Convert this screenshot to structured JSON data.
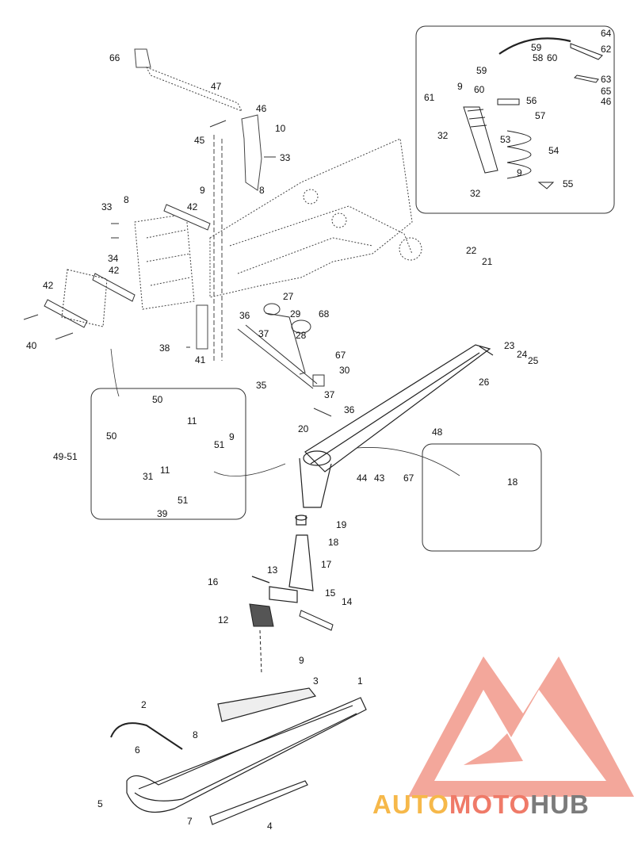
{
  "diagram": {
    "callouts": [
      {
        "id": "c66",
        "text": "66"
      },
      {
        "id": "c47",
        "text": "47"
      },
      {
        "id": "c46a",
        "text": "46"
      },
      {
        "id": "c10",
        "text": "10"
      },
      {
        "id": "c45",
        "text": "45"
      },
      {
        "id": "c33a",
        "text": "33"
      },
      {
        "id": "c8a",
        "text": "8"
      },
      {
        "id": "c9a",
        "text": "9"
      },
      {
        "id": "c8b",
        "text": "8"
      },
      {
        "id": "c42a",
        "text": "42"
      },
      {
        "id": "c33b",
        "text": "33"
      },
      {
        "id": "c34",
        "text": "34"
      },
      {
        "id": "c42b",
        "text": "42"
      },
      {
        "id": "c42c",
        "text": "42"
      },
      {
        "id": "c40",
        "text": "40"
      },
      {
        "id": "c27",
        "text": "27"
      },
      {
        "id": "c29",
        "text": "29"
      },
      {
        "id": "c68",
        "text": "68"
      },
      {
        "id": "c36a",
        "text": "36"
      },
      {
        "id": "c28",
        "text": "28"
      },
      {
        "id": "c37a",
        "text": "37"
      },
      {
        "id": "c38",
        "text": "38"
      },
      {
        "id": "c41",
        "text": "41"
      },
      {
        "id": "c67a",
        "text": "67"
      },
      {
        "id": "c30",
        "text": "30"
      },
      {
        "id": "c35",
        "text": "35"
      },
      {
        "id": "c37b",
        "text": "37"
      },
      {
        "id": "c36b",
        "text": "36"
      },
      {
        "id": "c20",
        "text": "20"
      },
      {
        "id": "c48",
        "text": "48"
      },
      {
        "id": "c22",
        "text": "22"
      },
      {
        "id": "c21",
        "text": "21"
      },
      {
        "id": "c23",
        "text": "23"
      },
      {
        "id": "c24",
        "text": "24"
      },
      {
        "id": "c25",
        "text": "25"
      },
      {
        "id": "c26",
        "text": "26"
      },
      {
        "id": "c44",
        "text": "44"
      },
      {
        "id": "c43",
        "text": "43"
      },
      {
        "id": "c67b",
        "text": "67"
      },
      {
        "id": "c18a",
        "text": "18"
      },
      {
        "id": "c19",
        "text": "19"
      },
      {
        "id": "c18b",
        "text": "18"
      },
      {
        "id": "c17",
        "text": "17"
      },
      {
        "id": "c13",
        "text": "13"
      },
      {
        "id": "c16",
        "text": "16"
      },
      {
        "id": "c15",
        "text": "15"
      },
      {
        "id": "c14",
        "text": "14"
      },
      {
        "id": "c12",
        "text": "12"
      },
      {
        "id": "c9b",
        "text": "9"
      },
      {
        "id": "c3",
        "text": "3"
      },
      {
        "id": "c1",
        "text": "1"
      },
      {
        "id": "c2",
        "text": "2"
      },
      {
        "id": "c6",
        "text": "6"
      },
      {
        "id": "c8c",
        "text": "8"
      },
      {
        "id": "c5",
        "text": "5"
      },
      {
        "id": "c7",
        "text": "7"
      },
      {
        "id": "c4",
        "text": "4"
      },
      {
        "id": "c50a",
        "text": "50"
      },
      {
        "id": "c50b",
        "text": "50"
      },
      {
        "id": "c11a",
        "text": "11"
      },
      {
        "id": "c51a",
        "text": "51"
      },
      {
        "id": "c9c",
        "text": "9"
      },
      {
        "id": "c31",
        "text": "31"
      },
      {
        "id": "c11b",
        "text": "11"
      },
      {
        "id": "c51b",
        "text": "51"
      },
      {
        "id": "c39",
        "text": "39"
      },
      {
        "id": "c4951",
        "text": "49-51"
      },
      {
        "id": "c64",
        "text": "64"
      },
      {
        "id": "c62",
        "text": "62"
      },
      {
        "id": "c59a",
        "text": "59"
      },
      {
        "id": "c58",
        "text": "58"
      },
      {
        "id": "c60a",
        "text": "60"
      },
      {
        "id": "c59b",
        "text": "59"
      },
      {
        "id": "c63",
        "text": "63"
      },
      {
        "id": "c9d",
        "text": "9"
      },
      {
        "id": "c60b",
        "text": "60"
      },
      {
        "id": "c65",
        "text": "65"
      },
      {
        "id": "c61",
        "text": "61"
      },
      {
        "id": "c56",
        "text": "56"
      },
      {
        "id": "c46b",
        "text": "46"
      },
      {
        "id": "c57",
        "text": "57"
      },
      {
        "id": "c32a",
        "text": "32"
      },
      {
        "id": "c53",
        "text": "53"
      },
      {
        "id": "c54",
        "text": "54"
      },
      {
        "id": "c9e",
        "text": "9"
      },
      {
        "id": "c55",
        "text": "55"
      },
      {
        "id": "c32b",
        "text": "32"
      }
    ]
  },
  "watermark": {
    "part1": "AUTO",
    "part2": "MOTO",
    "part3": "HUB",
    "colors": {
      "yellow": "#f6b84a",
      "red": "#ef7a68",
      "gray": "#7b7b7b"
    }
  }
}
